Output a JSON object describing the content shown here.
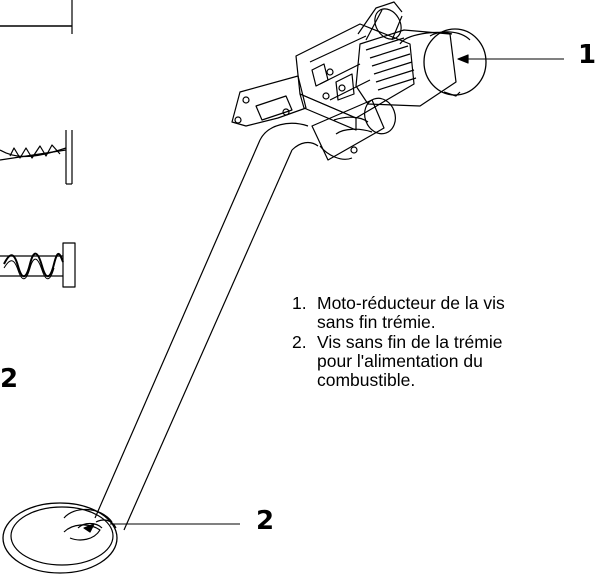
{
  "callouts": {
    "one": "1",
    "two": "2",
    "side_two": "2"
  },
  "legend": [
    {
      "number": "1.",
      "lines": [
        "Moto-réducteur de la vis",
        "sans fin trémie."
      ]
    },
    {
      "number": "2.",
      "lines": [
        "Vis sans fin de la trémie",
        "pour l'alimentation du",
        "combustible."
      ]
    }
  ]
}
